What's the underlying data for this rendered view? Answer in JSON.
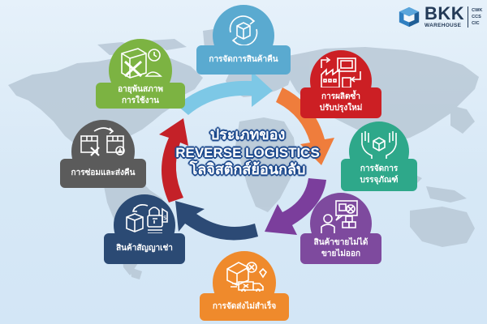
{
  "logo": {
    "brand": "BKK",
    "tagline": "WAREHOUSE",
    "subs": [
      "CWK",
      "CCS",
      "CIC"
    ],
    "color": "#233a57"
  },
  "center_title": {
    "line1": "ประเภทของ",
    "line2": "REVERSE LOGISTICS",
    "line3": "โลจิสติกส์ย้อนกลับ",
    "text_color": "#ffffff",
    "outline_color": "#1f4b8e"
  },
  "cycle_arrows": [
    {
      "position": "top",
      "color": "#7dc8e6"
    },
    {
      "position": "right-top",
      "color": "#ef7d3c"
    },
    {
      "position": "right-bottom",
      "color": "#7b3e9c"
    },
    {
      "position": "bottom",
      "color": "#2c4a75"
    },
    {
      "position": "left",
      "color": "#c42128"
    }
  ],
  "categories": [
    {
      "id": "returns",
      "lines": [
        "การจัดการสินค้าคืน"
      ],
      "icon": "box-cycle-icon",
      "color": "#5aaad0"
    },
    {
      "id": "end-of-life",
      "lines": [
        "อายุพ้นสภาพ",
        "การใช้งาน"
      ],
      "icon": "box-expired-icon",
      "color": "#7cb342"
    },
    {
      "id": "remanufacture",
      "lines": [
        "การผลิตซ้ำ",
        "ปรับปรุงใหม่"
      ],
      "icon": "factory-icon",
      "color": "#cc1f24"
    },
    {
      "id": "repair",
      "lines": [
        "การซ่อมและส่งคืน"
      ],
      "icon": "box-repair-icon",
      "color": "#5b5b5b"
    },
    {
      "id": "packaging",
      "lines": [
        "การจัดการ",
        "บรรจุภัณฑ์"
      ],
      "icon": "hands-box-icon",
      "color": "#2ea88a"
    },
    {
      "id": "lease",
      "lines": [
        "สินค้าสัญญาเช่า"
      ],
      "icon": "box-lock-icon",
      "color": "#2b4a74"
    },
    {
      "id": "unsold",
      "lines": [
        "สินค้าขายไม่ได้",
        "ขายไม่ออก"
      ],
      "icon": "person-box-icon",
      "color": "#7e4a9e"
    },
    {
      "id": "failed-delivery",
      "lines": [
        "การจัดส่งไม่สำเร็จ"
      ],
      "icon": "truck-fail-icon",
      "color": "#ef8a2c"
    }
  ]
}
